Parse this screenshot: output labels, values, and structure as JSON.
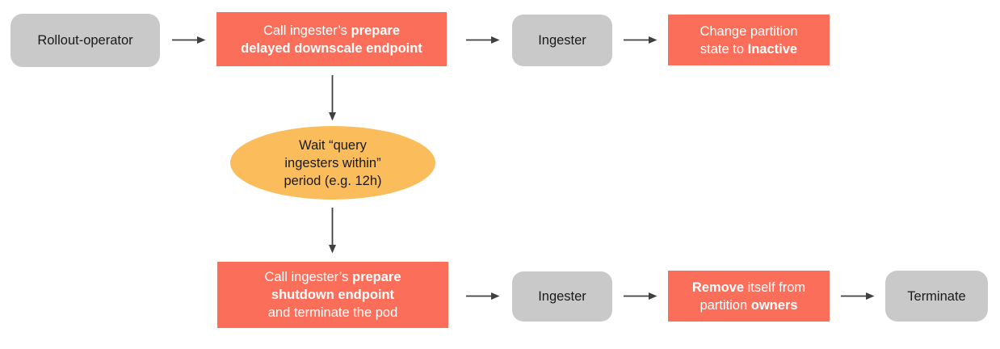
{
  "diagram": {
    "colors": {
      "action_bg": "#FA6E5A",
      "actor_bg": "#C9C9C9",
      "wait_bg": "#FBBD5C",
      "arrow": "#404040",
      "text_dark": "#1A1A1A",
      "text_light": "#FFFFFF"
    },
    "nodes": {
      "rollout_operator": {
        "label": "Rollout-operator"
      },
      "prepare_delayed": {
        "segments": [
          {
            "t": "Call ingester’s ",
            "b": false
          },
          {
            "t": "prepare\ndelayed downscale endpoint",
            "b": true
          }
        ]
      },
      "ingester_top": {
        "label": "Ingester"
      },
      "change_partition": {
        "segments": [
          {
            "t": "Change partition\nstate to ",
            "b": false
          },
          {
            "t": "Inactive",
            "b": true
          }
        ]
      },
      "wait_period": {
        "label": "Wait “query\ningesters within”\nperiod (e.g. 12h)"
      },
      "prepare_shutdown": {
        "segments": [
          {
            "t": "Call ingester’s ",
            "b": false
          },
          {
            "t": "prepare\nshutdown endpoint",
            "b": true
          },
          {
            "t": "\nand terminate the pod",
            "b": false
          }
        ]
      },
      "ingester_bottom": {
        "label": "Ingester"
      },
      "remove_owners": {
        "segments": [
          {
            "t": "Remove",
            "b": true
          },
          {
            "t": " itself from\npartition ",
            "b": false
          },
          {
            "t": "owners",
            "b": true
          }
        ]
      },
      "terminate": {
        "label": "Terminate"
      }
    }
  }
}
